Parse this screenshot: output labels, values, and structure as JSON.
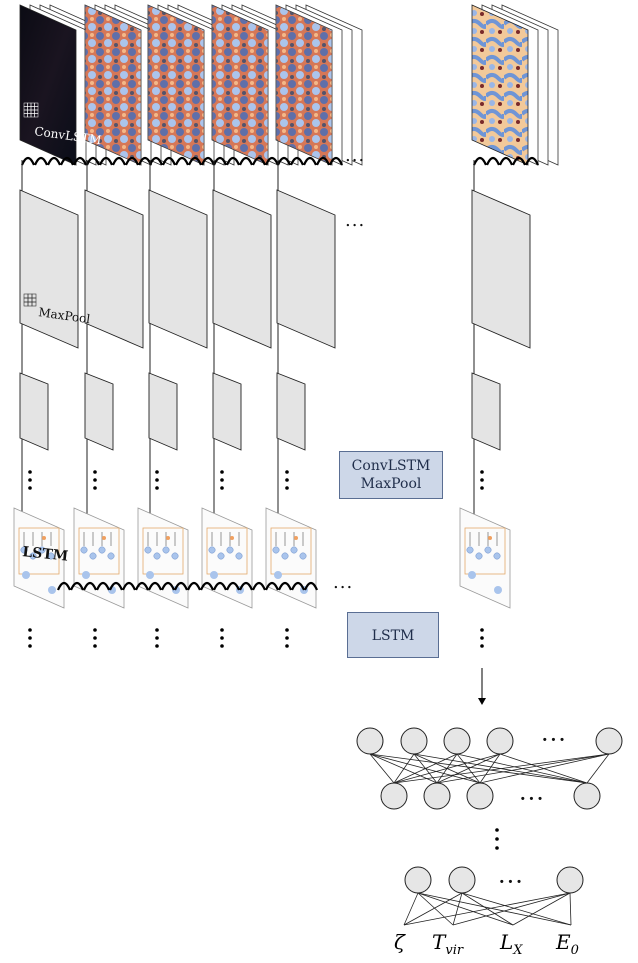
{
  "legend": {
    "convlstm_maxpool_lines": [
      "ConvLSTM",
      "MaxPool"
    ],
    "lstm": "LSTM"
  },
  "panel_tags": {
    "convlstm": "ConvLSTM",
    "maxpool": "MaxPool",
    "lstm": "LSTM"
  },
  "ellipsis": "...",
  "dense_ellipsis": "···",
  "outputs": [
    "ζ",
    "T",
    "L",
    "E"
  ],
  "output_subscripts": [
    "",
    "vir",
    "X",
    "0"
  ],
  "colors": {
    "box_fill": "#cdd7e8",
    "box_border": "#5a6e93",
    "pool_fill": "#e4e4e4",
    "node_fill": "#e6e6e6"
  }
}
